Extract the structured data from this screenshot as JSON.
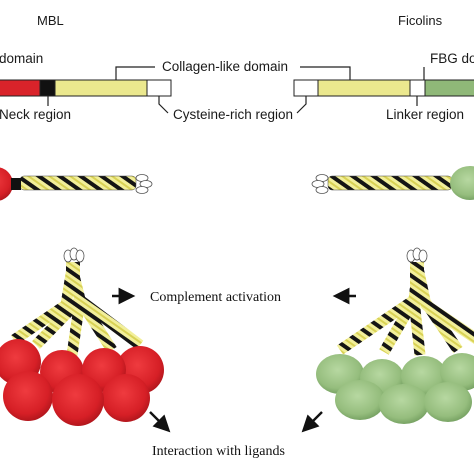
{
  "titles": {
    "left": "MBL",
    "right": "Ficolins"
  },
  "labels": {
    "crd_domain": "domain",
    "collagen_like_domain": "Collagen-like domain",
    "fbg_domain": "FBG do",
    "neck_region": "Neck region",
    "cysteine_rich_region": "Cysteine-rich region",
    "linker_region": "Linker region"
  },
  "outcomes": {
    "complement_activation": "Complement activation",
    "interaction_with_ligands": "Interaction with ligands"
  },
  "colors": {
    "mbl_red": "#d9232a",
    "mbl_dark_red": "#a81319",
    "ficolin_green": "#8fb878",
    "ficolin_pale_green": "#a9cc93",
    "collagen_yellow": "#ebe88e",
    "neck_black": "#111111"
  }
}
